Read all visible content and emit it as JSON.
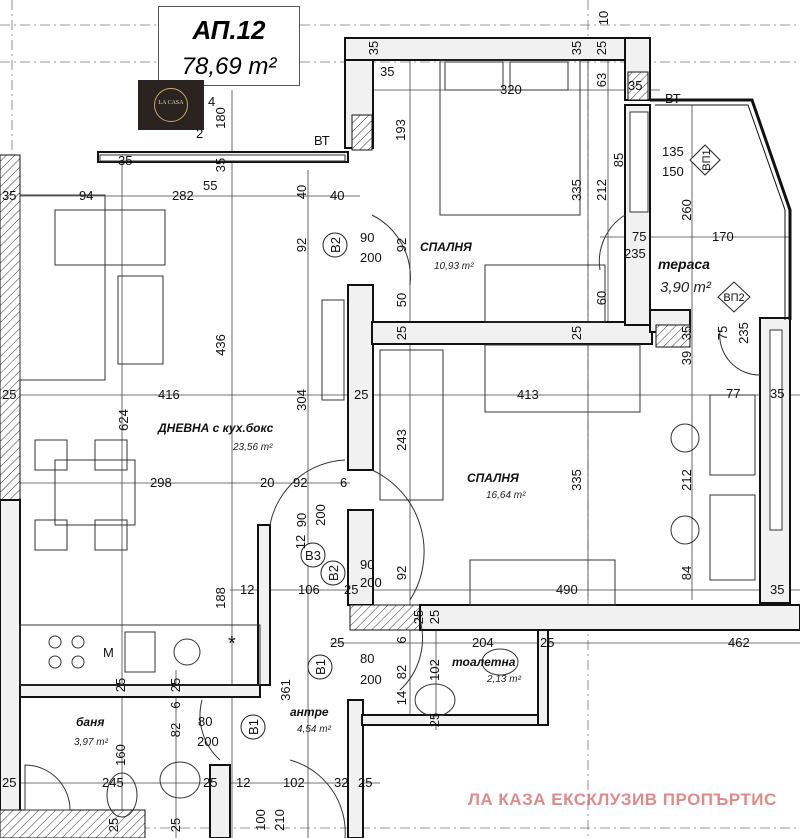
{
  "title": {
    "apartment": "АП.12",
    "area": "78,69 m²"
  },
  "logo": {
    "text": "LA CASA"
  },
  "watermark": "ЛА КАЗА ЕКСКЛУЗИВ ПРОПЪРТИС",
  "rooms": [
    {
      "name": "СПАЛНЯ",
      "area": "10,93 m²"
    },
    {
      "name": "тераса",
      "area": "3,90 m²"
    },
    {
      "name": "ДНЕВНА с кух.бокс",
      "area": "23,56 m²"
    },
    {
      "name": "СПАЛНЯ",
      "area": "16,64 m²"
    },
    {
      "name": "тоалетна",
      "area": "2,13 m²"
    },
    {
      "name": "антре",
      "area": "4,54 m²"
    },
    {
      "name": "баня",
      "area": "3,97 m²"
    }
  ],
  "tags": [
    "В2",
    "В2",
    "В3",
    "В1",
    "В1",
    "ВП1",
    "ВП2",
    "ВТ",
    "ВТ"
  ],
  "symbols": {
    "microwave": "M",
    "asterisk": "*"
  },
  "colors": {
    "walls": "#111111",
    "watermark": "#c83c3c",
    "logo_bg": "#2b2320",
    "logo_gold": "#c9a86a"
  },
  "dimensions": [
    "10",
    "35",
    "35",
    "25",
    "35",
    "320",
    "63",
    "35",
    "193",
    "335",
    "212",
    "85",
    "135",
    "150",
    "260",
    "75",
    "170",
    "235",
    "75",
    "235",
    "35",
    "39",
    "35",
    "94",
    "282",
    "55",
    "35",
    "35",
    "40",
    "40",
    "180",
    "2",
    "4",
    "92",
    "90",
    "200",
    "92",
    "50",
    "60",
    "25",
    "25",
    "436",
    "416",
    "25",
    "25",
    "304",
    "413",
    "77",
    "35",
    "624",
    "243",
    "335",
    "212",
    "298",
    "20",
    "92",
    "6",
    "90",
    "200",
    "12",
    "90",
    "200",
    "92",
    "12",
    "106",
    "25",
    "490",
    "84",
    "35",
    "188",
    "25",
    "25",
    "462",
    "25",
    "204",
    "25",
    "6",
    "80",
    "200",
    "82",
    "102",
    "14",
    "25",
    "361",
    "25",
    "25",
    "6",
    "80",
    "82",
    "200",
    "160",
    "25",
    "245",
    "25",
    "12",
    "102",
    "32",
    "25",
    "25",
    "25",
    "100",
    "210"
  ]
}
